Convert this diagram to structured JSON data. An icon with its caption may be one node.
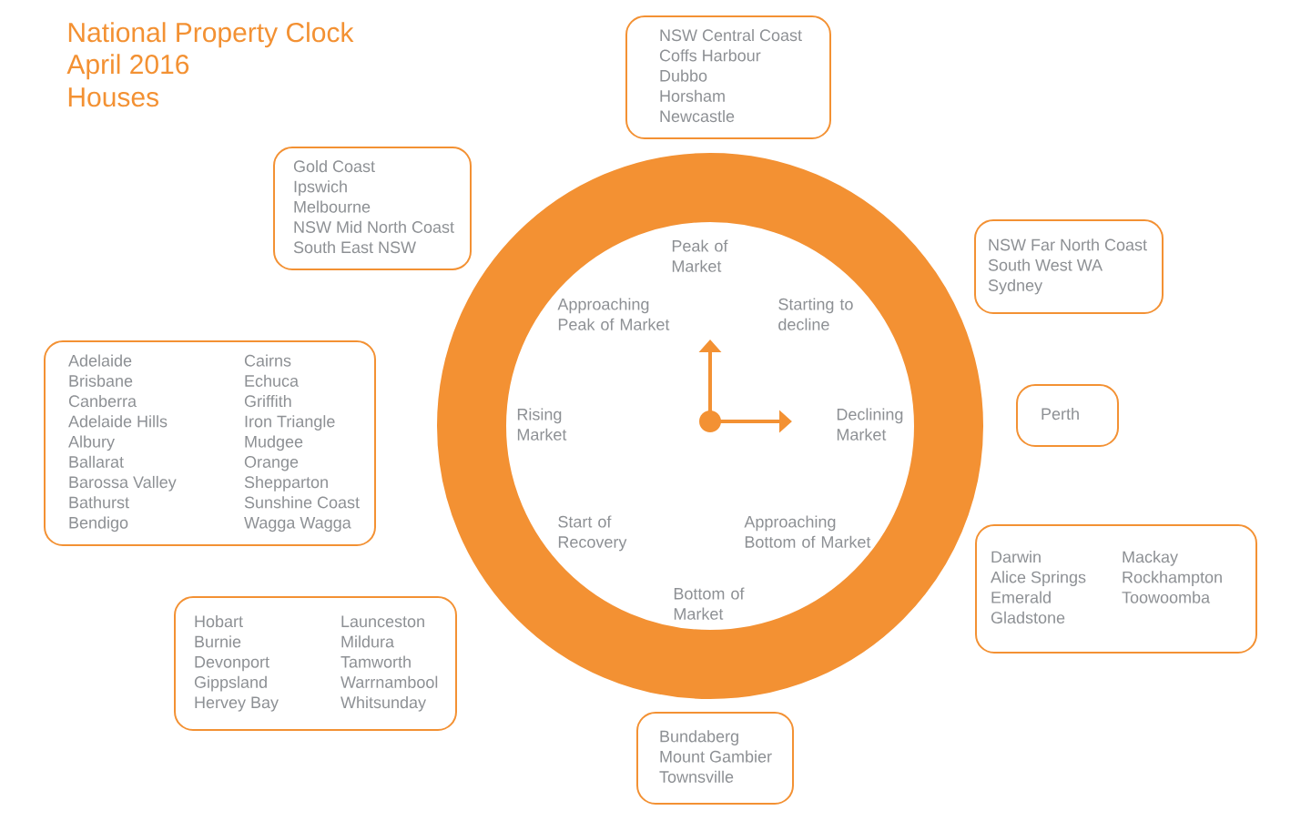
{
  "diagram": {
    "title": "National Property Clock",
    "labels": [
      "April 2016",
      "Houses"
    ],
    "nodes": [
      {
        "text": [
          "NSW Central Coast",
          "Coffs Harbour",
          "Dubbo",
          "Horsham",
          "Newcastle"
        ]
      },
      {
        "text": [
          "Gold Coast",
          "Ipswich",
          "Melbourne",
          "NSW Mid North Coast",
          "South East NSW"
        ]
      },
      {
        "text": [
          "Peak of Market",
          "Approaching Peak of Market",
          "Starting to decline",
          "Rising Market",
          "Declining Market",
          "Start of Recovery",
          "Approaching Bottom of Market",
          "Bottom of Market"
        ]
      },
      {
        "text": [
          "NSW Far North Coast",
          "South West WA",
          "Sydney"
        ]
      },
      {
        "text": [
          "Adelaide",
          "Brisbane",
          "Canberra",
          "Adelaide Hills",
          "Albury",
          "Ballarat",
          "Barossa Valley",
          "Bathurst",
          "Bendigo",
          "Cairns",
          "Echuca",
          "Griffith",
          "Iron Triangle",
          "Mudgee",
          "Orange",
          "Shepparton",
          "Sunshine Coast",
          "Wagga Wagga"
        ]
      },
      {
        "text": [
          "Perth"
        ]
      },
      {
        "text": [
          "Darwin",
          "Alice Springs",
          "Emerald",
          "Gladstone",
          "Mackay",
          "Rockhampton",
          "Toowoomba"
        ]
      },
      {
        "text": [
          "Hobart",
          "Burnie",
          "Devonport",
          "Gippsland",
          "Hervey Bay",
          "Launceston",
          "Mildura",
          "Tamworth",
          "Warrnambool",
          "Whitsunday"
        ]
      },
      {
        "text": [
          "Bundaberg",
          "Mount Gambier",
          "Townsville"
        ]
      }
    ]
  }
}
